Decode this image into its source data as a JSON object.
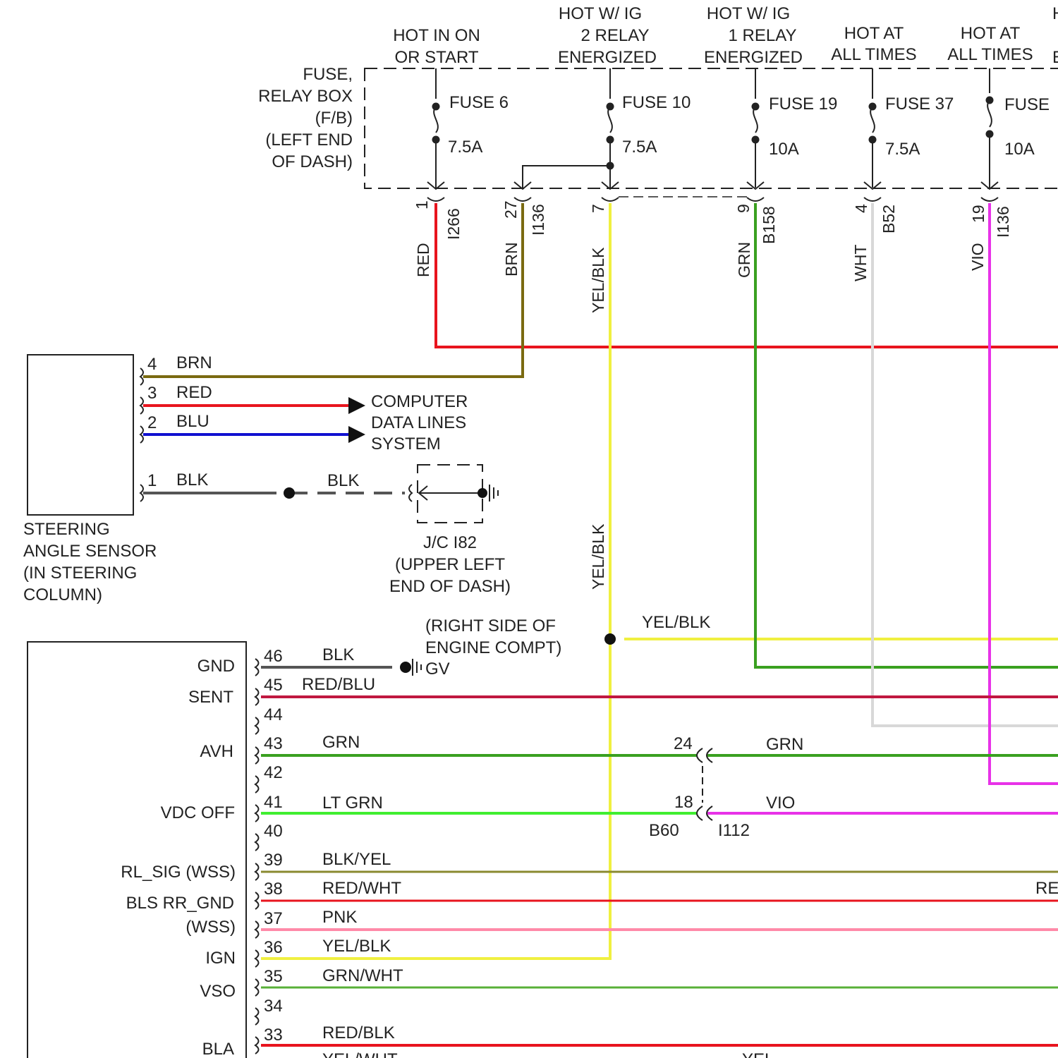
{
  "fuse_box": {
    "label_lines": [
      "FUSE,",
      "RELAY BOX",
      "(F/B)",
      "(LEFT END",
      "OF DASH)"
    ],
    "feeds": [
      {
        "label_lines": [
          "HOT IN ON",
          "OR START"
        ],
        "fuse": "FUSE 6",
        "rating": "7.5A"
      },
      {
        "label_lines": [
          "HOT W/ IG",
          "2 RELAY",
          "ENERGIZED"
        ],
        "fuse": "FUSE 10",
        "rating": "7.5A"
      },
      {
        "label_lines": [
          "HOT W/ IG",
          "1 RELAY",
          "ENERGIZED"
        ],
        "fuse": "FUSE 19",
        "rating": "10A"
      },
      {
        "label_lines": [
          "HOT AT",
          "ALL TIMES"
        ],
        "fuse": "FUSE 37",
        "rating": "7.5A"
      },
      {
        "label_lines": [
          "HOT AT",
          "ALL TIMES"
        ],
        "fuse": "FUSE",
        "rating": "10A"
      }
    ],
    "cut_off_labels": [
      "H",
      "E"
    ]
  },
  "fuse_box_pins": [
    {
      "pin": "1",
      "connector": "I266",
      "wire": "RED"
    },
    {
      "pin": "27",
      "connector": "I136",
      "wire": "BRN"
    },
    {
      "pin": "7",
      "connector": "",
      "wire": "YEL/BLK"
    },
    {
      "pin": "9",
      "connector": "B158",
      "wire": "GRN"
    },
    {
      "pin": "4",
      "connector": "B52",
      "wire": "WHT"
    },
    {
      "pin": "19",
      "connector": "I136",
      "wire": "VIO"
    }
  ],
  "steering_sensor": {
    "label_lines": [
      "STEERING",
      "ANGLE SENSOR",
      "(IN STEERING",
      "COLUMN)"
    ],
    "pins": [
      {
        "pin": "4",
        "wire": "BRN"
      },
      {
        "pin": "3",
        "wire": "RED"
      },
      {
        "pin": "2",
        "wire": "BLU"
      },
      {
        "pin": "1",
        "wire": "BLK"
      }
    ],
    "ground_wire": "BLK",
    "data_lines_label": [
      "COMPUTER",
      "DATA LINES",
      "SYSTEM"
    ],
    "junction_label": [
      "J/C I82",
      "(UPPER LEFT",
      "END OF DASH)"
    ]
  },
  "mid_labels": {
    "yel_blk_vertical": "YEL/BLK",
    "yel_blk_horizontal": "YEL/BLK",
    "ground_location": [
      "(RIGHT SIDE OF",
      "ENGINE COMPT)"
    ],
    "ground_id": "GV"
  },
  "module": {
    "functions": [
      "GND",
      "SENT",
      "AVH",
      "VDC OFF",
      "RL_SIG (WSS)",
      "BLS RR_GND",
      "(WSS)",
      "IGN",
      "VSO",
      "BLA"
    ],
    "pins": [
      {
        "pin": "46",
        "wire": "BLK"
      },
      {
        "pin": "45",
        "wire": "RED/BLU"
      },
      {
        "pin": "44",
        "wire": ""
      },
      {
        "pin": "43",
        "wire": "GRN"
      },
      {
        "pin": "42",
        "wire": ""
      },
      {
        "pin": "41",
        "wire": "LT GRN"
      },
      {
        "pin": "40",
        "wire": ""
      },
      {
        "pin": "39",
        "wire": "BLK/YEL"
      },
      {
        "pin": "38",
        "wire": "RED/WHT"
      },
      {
        "pin": "37",
        "wire": "PNK"
      },
      {
        "pin": "36",
        "wire": "YEL/BLK"
      },
      {
        "pin": "35",
        "wire": "GRN/WHT"
      },
      {
        "pin": "34",
        "wire": ""
      },
      {
        "pin": "33",
        "wire": "RED/BLK"
      }
    ],
    "partial_bottom_labels": [
      "YEL/WHT",
      "YEL"
    ]
  },
  "inline_connector": {
    "pin_upper": "24",
    "pin_lower": "18",
    "wire_upper": "GRN",
    "wire_lower": "VIO",
    "connector_left": "B60",
    "connector_right": "I112"
  },
  "right_cut_label": "RE",
  "colors": {
    "red": "#e8141e",
    "brn": "#7a6a10",
    "yel_blk": "#f0f040",
    "grn": "#3aa020",
    "wht": "#d8d8d8",
    "vio": "#e832e8",
    "blu": "#1010d0",
    "blk": "#555555",
    "lt_grn": "#40ee30",
    "pnk": "#ff8aa8",
    "red_blu": "#c01840",
    "blk_yel": "#8a8a30",
    "grn_wht": "#58b038"
  }
}
